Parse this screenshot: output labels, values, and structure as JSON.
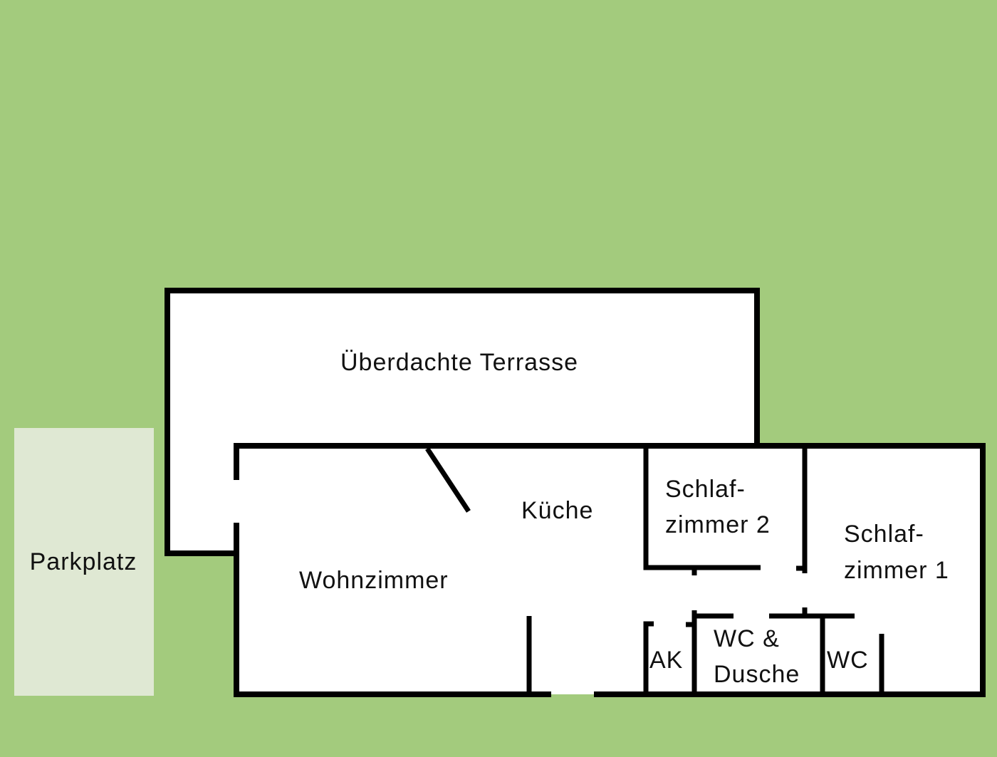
{
  "colors": {
    "background": "#a3cb7d",
    "parking": "#dfe8d3",
    "room": "#ffffff",
    "wall": "#000000"
  },
  "rooms": {
    "terrace": "Überdachte Terrasse",
    "parking": "Parkplatz",
    "living": "Wohnzimmer",
    "kitchen": "Küche",
    "bedroom2_line1": "Schlaf-",
    "bedroom2_line2": "zimmer 2",
    "bedroom1_line1": "Schlaf-",
    "bedroom1_line2": "zimmer 1",
    "storage": "AK",
    "bath_line1": "WC &",
    "bath_line2": "Dusche",
    "wc": "WC"
  }
}
